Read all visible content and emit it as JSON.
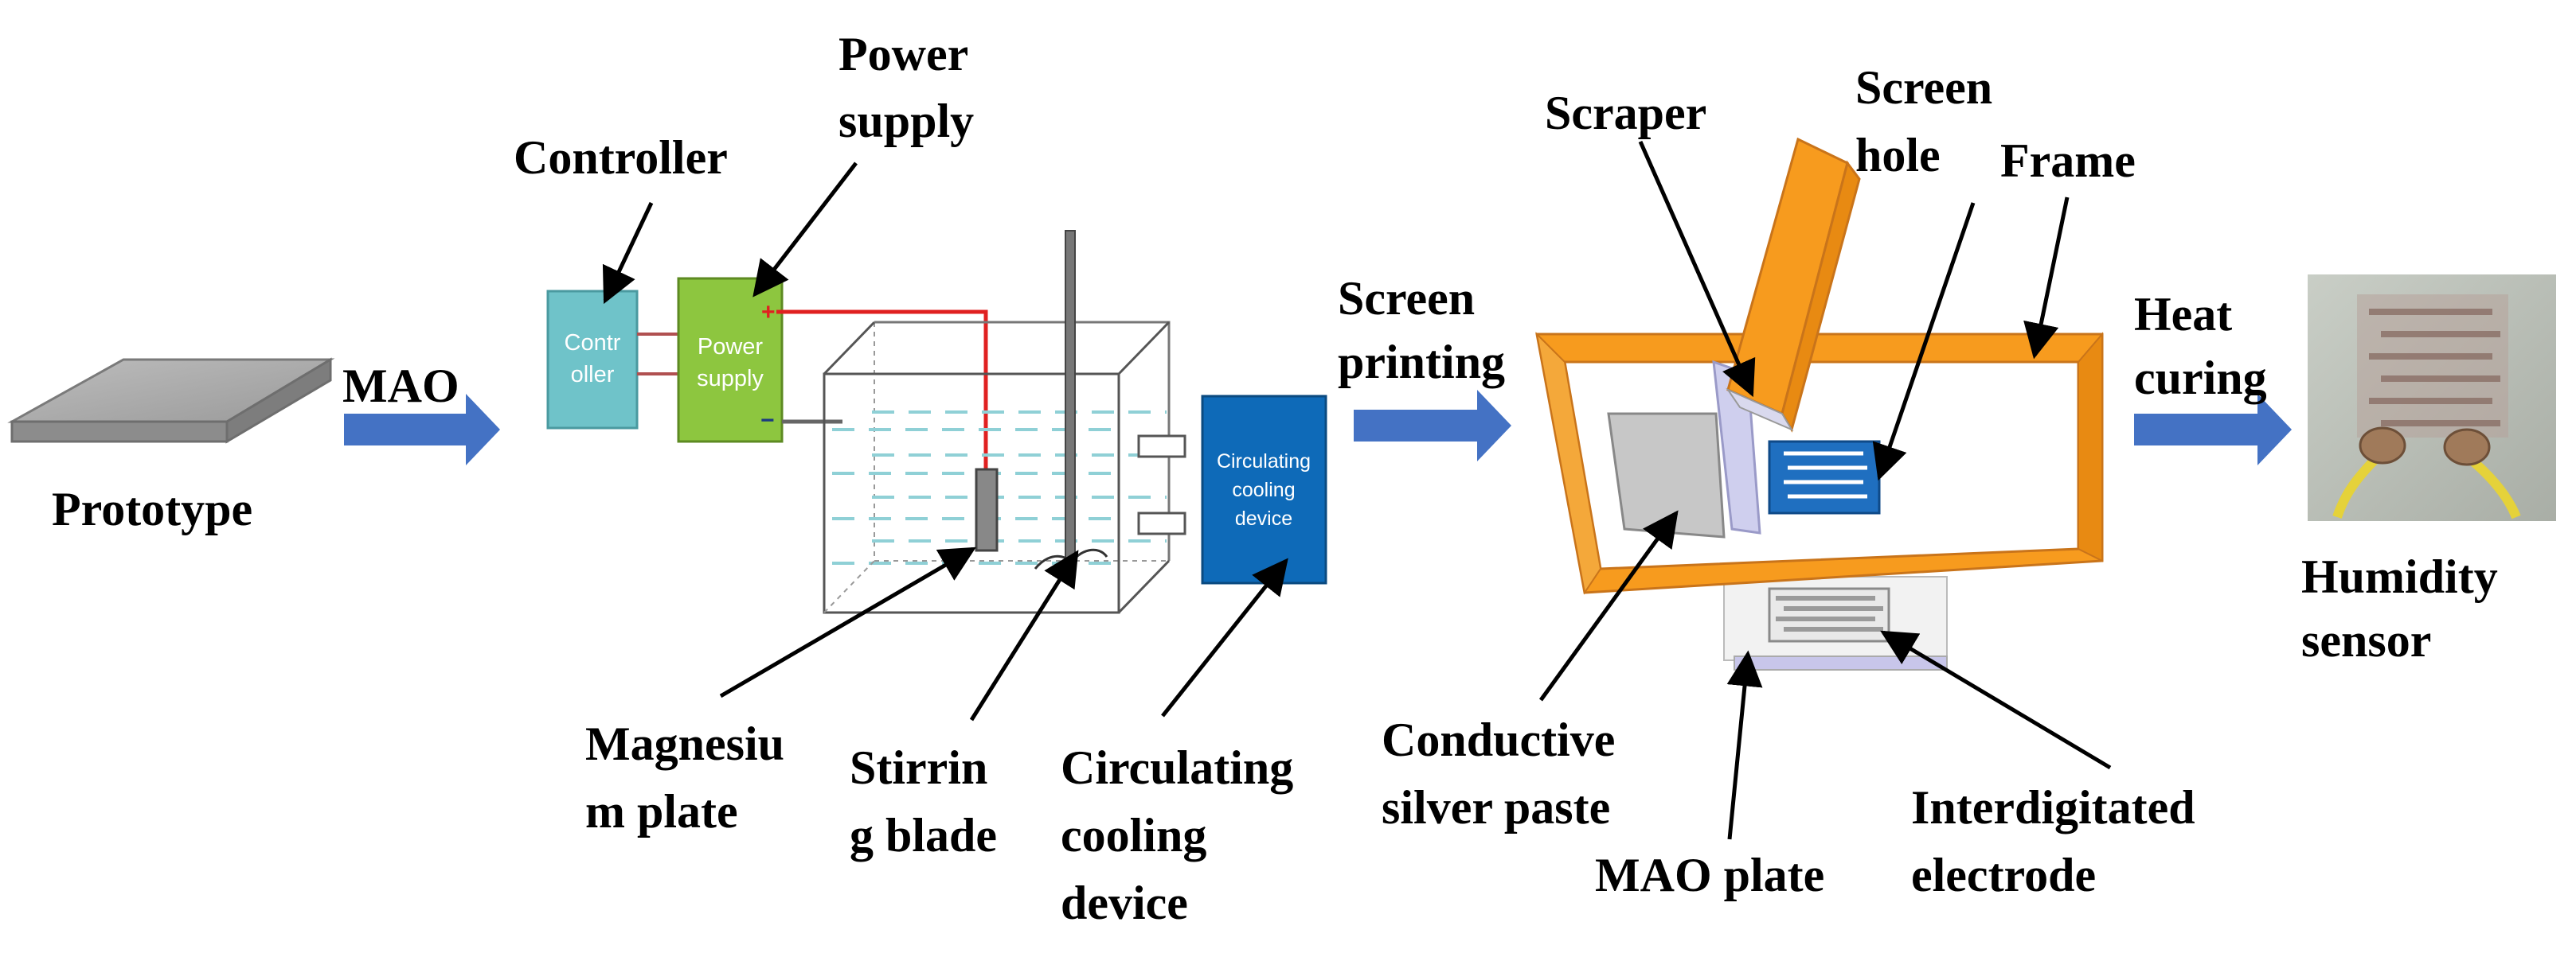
{
  "colors": {
    "arrow_blue": "#4472C4",
    "controller": "#6FC3C9",
    "power_supply": "#8DC63F",
    "cooling_device": "#0E6AB8",
    "orange_frame": "#F79B1E",
    "screen_blue": "#1F6FC0",
    "wire_red": "#E02020",
    "water": "#8FD0D6"
  },
  "labels": {
    "prototype": "Prototype",
    "mao": "MAO",
    "controller": "Controller",
    "power_supply": [
      "Power",
      "supply"
    ],
    "magnesium_plate": [
      "Magnesiu",
      "m plate"
    ],
    "stirring_blade": [
      "Stirrin",
      "g blade"
    ],
    "circulating_cooling_device": [
      "Circulating",
      "cooling",
      "device"
    ],
    "screen_printing": [
      "Screen",
      "printing"
    ],
    "scraper": "Scraper",
    "screen_hole": [
      "Screen",
      "hole"
    ],
    "frame": "Frame",
    "conductive_silver_paste": [
      "Conductive",
      "silver paste"
    ],
    "mao_plate": "MAO plate",
    "interdigitated_electrode": [
      "Interdigitated",
      "electrode"
    ],
    "heat_curing": [
      "Heat",
      "curing"
    ],
    "humidity_sensor": [
      "Humidity",
      "sensor"
    ]
  },
  "device_text": {
    "controller": [
      "Contr",
      "oller"
    ],
    "power_supply": [
      "Power",
      "supply"
    ],
    "cooling_device": [
      "Circulating",
      "cooling",
      "device"
    ],
    "plus": "+",
    "minus": "−"
  }
}
